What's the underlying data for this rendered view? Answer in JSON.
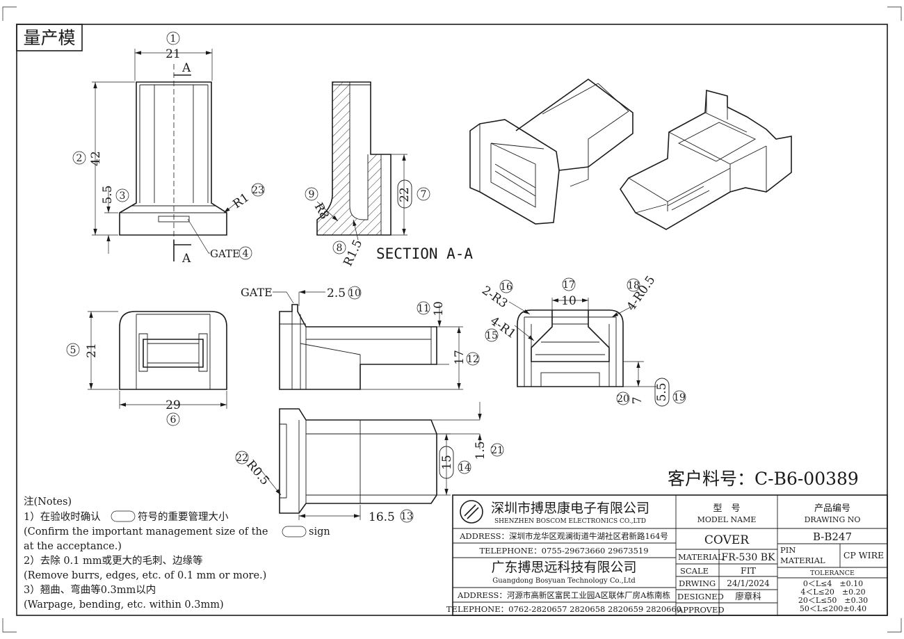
{
  "stage_label": "量产模",
  "section_label": "SECTION A-A",
  "section_mark": "A",
  "gate_label": "GATE",
  "customer_part": "客户料号：C-B6-00389",
  "dims": {
    "d1": "21",
    "d2": "42",
    "d3": "5.5",
    "d23": "R1",
    "d9": "R8",
    "d8": "R1.5",
    "d7": "22",
    "d10": "2.5",
    "d11": "10",
    "d12": "17",
    "d5": "21",
    "d6": "29",
    "d16": "2-R3",
    "d17": "10",
    "d18": "4-R0.5",
    "d15": "4-R1",
    "d20": "7",
    "d19": "5.5",
    "d21": "1.5",
    "d14": "15",
    "d22": "R0.5",
    "d13": "16.5"
  },
  "balloons": [
    "1",
    "2",
    "3",
    "4",
    "5",
    "6",
    "7",
    "8",
    "9",
    "10",
    "11",
    "12",
    "13",
    "14",
    "15",
    "16",
    "17",
    "18",
    "19",
    "20",
    "21",
    "22",
    "23"
  ],
  "notes": {
    "title": "注(Notes)",
    "l1a": "1）在验收时确认",
    "l1b": "符号的重要管理大小",
    "l2a": "(Confirm the important management size of the",
    "l2b": "sign",
    "l3": "at the acceptance.)",
    "l4": "2）去除 0.1 mm或更大的毛刺、边缘等",
    "l5": "(Remove burrs, edges, etc. of 0.1 mm or more.)",
    "l6": "3）翘曲、弯曲等0.3mm以内",
    "l7": "(Warpage, bending, etc. within 0.3mm)"
  },
  "title_block": {
    "company1_cn": "深圳市搏思康电子有限公司",
    "company1_en": "SHENZHEN BOSCOM ELECTRONICS CO.,LTD",
    "address1": "ADDRESS：深圳市龙华区观澜街道牛湖社区君新路164号",
    "tel1": "TELEPHONE：0755-29673660 29673519",
    "company2_cn": "广东搏思远科技有限公司",
    "company2_en": "Guangdong Bosyuan Technology Co.,Ltd",
    "address2": "ADDRESS：河源市高新区富民工业园A区联体厂房A栋南栋",
    "tel2": "TELEPHONE：0762-2820657 2820658 2820659 2820660",
    "model_cn": "型　号",
    "model_en": "MODEL NAME",
    "model_value": "COVER",
    "drawing_cn": "产品编号",
    "drawing_en": "DRAWING NO",
    "drawing_value": "B-B247",
    "material_label": "MATERIAL",
    "material_value": "FR-530 BK",
    "pin_material_label1": "PIN",
    "pin_material_label2": "MATERIAL",
    "pin_material_value": "CP WIRE",
    "scale_label": "SCALE",
    "scale_value": "FIT",
    "tolerance_label": "TOLERANCE",
    "drwing_label": "DRWING",
    "drwing_value": "24/1/2024",
    "designed_label": "DESIGNED",
    "designed_value": "廖章科",
    "approved_label": "APPROVED",
    "approved_value": "",
    "tol": [
      "0＜L≤4　±0.10",
      "4＜L≤20　±0.20",
      "20＜L≤50　±0.30",
      "50＜L≤200±0.40"
    ]
  }
}
